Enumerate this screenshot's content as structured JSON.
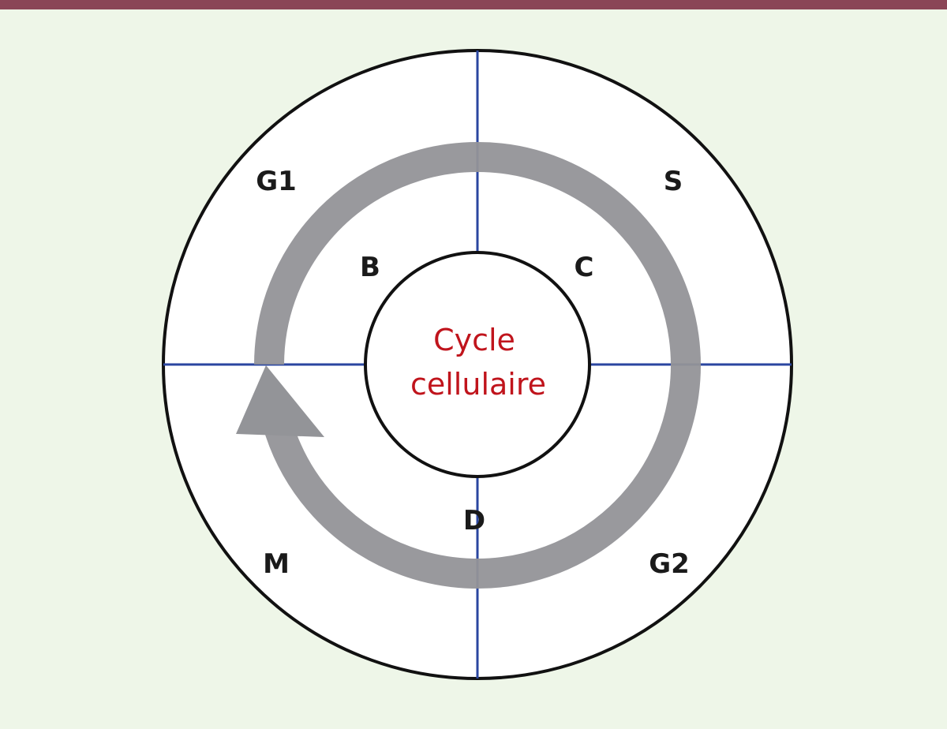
{
  "colors": {
    "background": "#eef6e8",
    "top_band": "#8a4556",
    "circle_fill": "#ffffff",
    "circle_stroke": "#111111",
    "divider": "#2a46a0",
    "cycle_arrow": "#939498",
    "center_text": "#c0141c",
    "label_text": "#1a1a1a"
  },
  "outer_phases": {
    "g1": "G1",
    "s": "S",
    "g2": "G2",
    "m": "M"
  },
  "inner_labels": {
    "b": "B",
    "c": "C",
    "d": "D"
  },
  "center": {
    "line1": "Cycle",
    "line2": "cellulaire"
  }
}
